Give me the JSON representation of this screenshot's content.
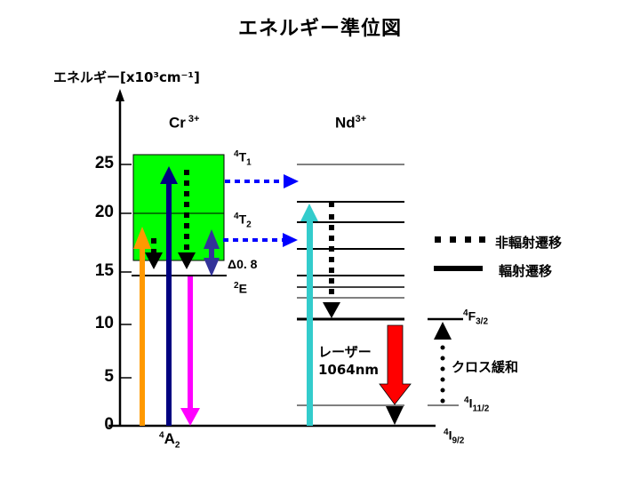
{
  "title": "エネルギー準位図",
  "y_axis": {
    "label": "エネルギー[x10³cm⁻¹]",
    "ticks": [
      "25",
      "20",
      "15",
      "10",
      "5",
      "0"
    ]
  },
  "ions": {
    "cr": "Cr",
    "cr_charge": "3+",
    "nd": "Nd",
    "nd_charge": "3+"
  },
  "cr_levels": {
    "t1_sup": "4",
    "t1_base": "T",
    "t1_sub": "1",
    "t2_sup": "4",
    "t2_base": "T",
    "t2_sub": "2",
    "delta": "Δ0. 8",
    "e_sup": "2",
    "e_base": "E",
    "a2_sup": "4",
    "a2_base": "A",
    "a2_sub": "2"
  },
  "nd_levels": {
    "f32_sup": "4",
    "f32_base": "F",
    "f32_sub": "3/2",
    "i112_sup": "4",
    "i112_base": "I",
    "i112_sub": "11/2",
    "i92_sup": "4",
    "i92_base": "I",
    "i92_sub": "9/2"
  },
  "legend": {
    "nonradiative": "非輻射遷移",
    "radiative": "輻射遷移"
  },
  "annotations": {
    "laser_line1": "レーザー",
    "laser_line2": "1064nm",
    "cross_relaxation": "クロス緩和"
  },
  "colors": {
    "green_band": "#00ff00",
    "orange_arrow": "#ff9900",
    "navy_arrow": "#000080",
    "magenta_arrow": "#ff00ff",
    "slate_arrow": "#333399",
    "blue_dotted": "#0000ff",
    "cyan_arrow": "#33cccc",
    "red_arrow": "#ff0000"
  }
}
